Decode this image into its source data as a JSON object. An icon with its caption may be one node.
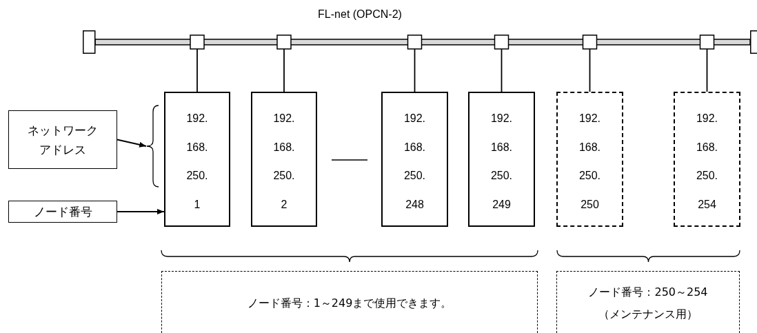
{
  "diagram": {
    "title": "FL-net (OPCN-2)",
    "nodes": [
      {
        "text": [],
        "shape": "bar"
      },
      {
        "text": [
          "ネットワークアドレス"
        ]
      },
      {
        "text": [],
        "shape": "brace"
      },
      {
        "text": [
          "ノード番号"
        ]
      },
      {
        "text": [
          "192.",
          "168.",
          "250.",
          "1"
        ]
      },
      {
        "text": [
          "192.",
          "168.",
          "250.",
          "2"
        ]
      },
      {
        "text": [
          "192.",
          "168.",
          "250.",
          "248"
        ]
      },
      {
        "text": [
          "192.",
          "168.",
          "250.",
          "249"
        ]
      },
      {
        "text": [
          "192.",
          "168.",
          "250.",
          "250"
        ]
      },
      {
        "text": [
          "192.",
          "168.",
          "250.",
          "254"
        ]
      },
      {
        "text": [
          "ノード番号：1～249まで使用できます。"
        ]
      },
      {
        "text": [
          "ノード番号：250～254",
          "（メンテナンス用）"
        ]
      }
    ],
    "edges": [
      {
        "from": 0,
        "to": 4,
        "arrow": "none"
      },
      {
        "from": 0,
        "to": 5,
        "arrow": "none"
      },
      {
        "from": 0,
        "to": 6,
        "arrow": "none"
      },
      {
        "from": 0,
        "to": 7,
        "arrow": "none"
      },
      {
        "from": 0,
        "to": 8,
        "arrow": "none"
      },
      {
        "from": 0,
        "to": 9,
        "arrow": "none"
      },
      {
        "from": 1,
        "to": 2,
        "arrow": "to"
      },
      {
        "from": 3,
        "to": 4,
        "arrow": "to"
      }
    ]
  }
}
